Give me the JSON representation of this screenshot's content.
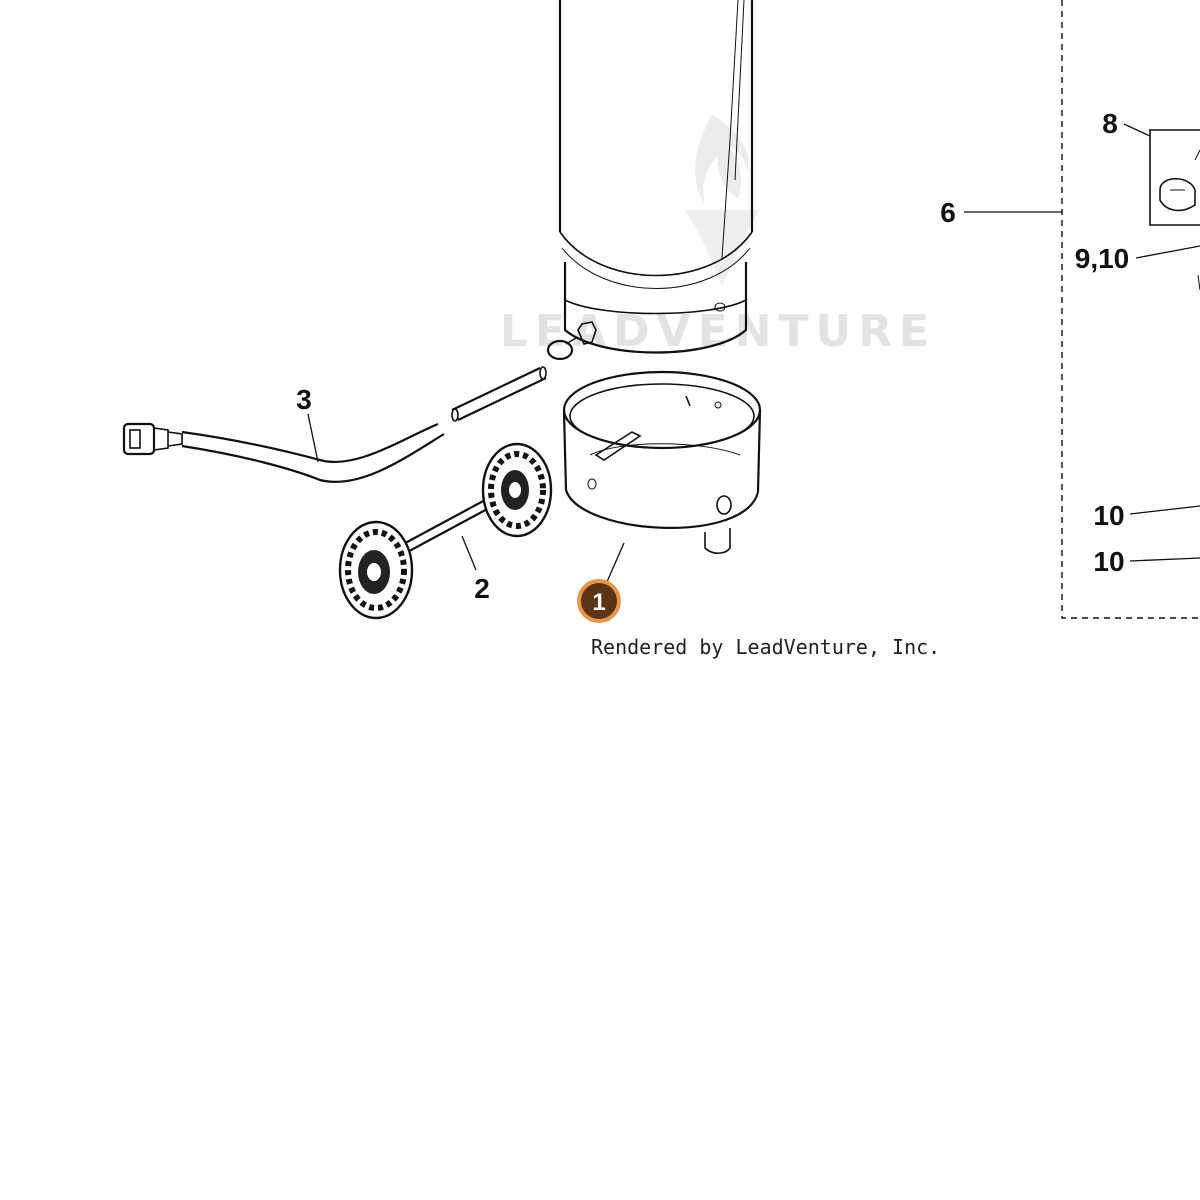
{
  "callouts": {
    "item_1": "1",
    "item_2": "2",
    "item_3": "3",
    "item_6": "6",
    "item_8": "8",
    "item_9_10": "9,10",
    "item_10_upper": "10",
    "item_10_lower": "10"
  },
  "watermark": {
    "text": "LEADVENTURE"
  },
  "credit": {
    "text": "Rendered by LeadVenture, Inc."
  },
  "colors": {
    "highlight_badge_fill": "#5a3414",
    "highlight_badge_ring": "#e8954a",
    "watermark": "#e3e3e3",
    "line_art": "#111111"
  }
}
